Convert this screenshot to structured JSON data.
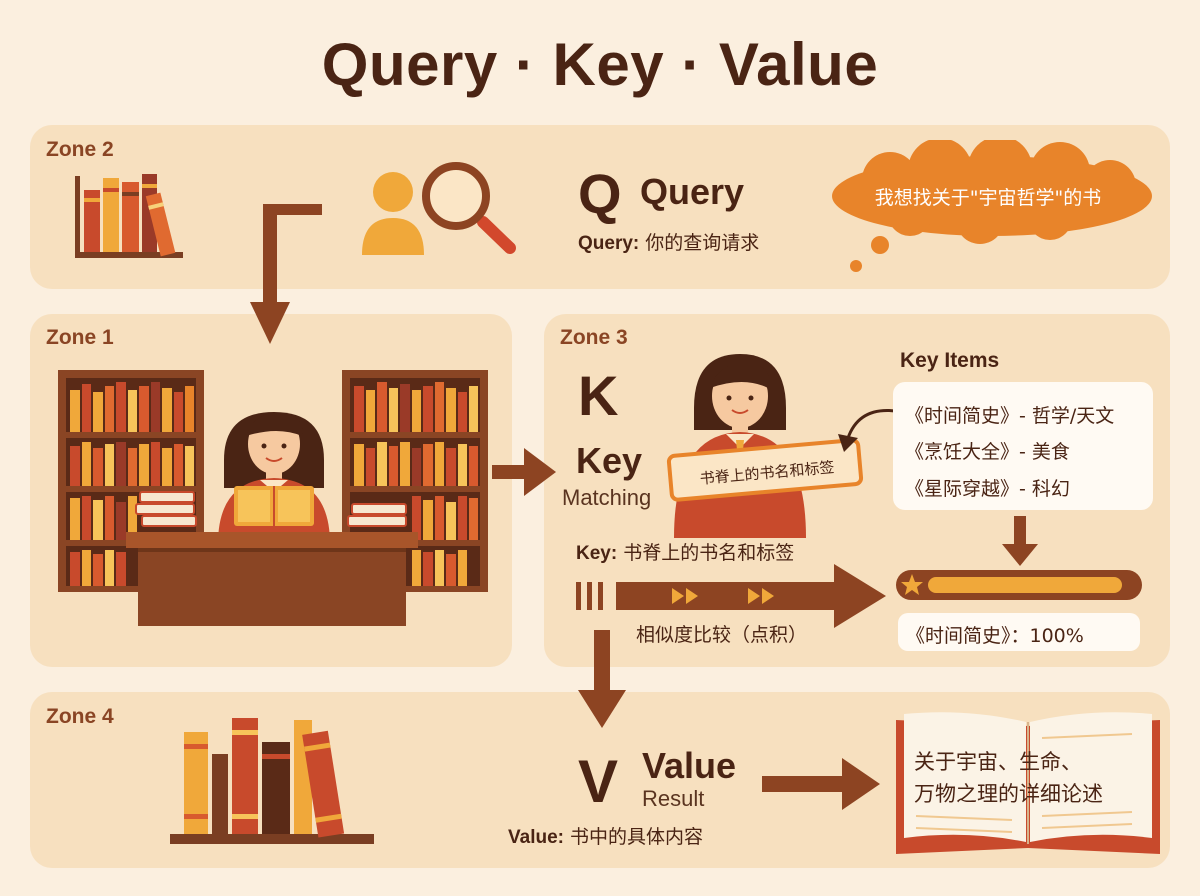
{
  "title": "Query · Key · Value",
  "zones": {
    "zone1": "Zone 1",
    "zone2": "Zone 2",
    "zone3": "Zone 3",
    "zone4": "Zone 4"
  },
  "query": {
    "letter": "Q",
    "word": "Query",
    "desc_label": "Query:",
    "desc_text": "你的查询请求",
    "thought": "我想找关于\"宇宙哲学\"的书"
  },
  "key": {
    "letter": "K",
    "word": "Key",
    "sub": "Matching",
    "sign": "书脊上的书名和标签",
    "desc_label": "Key:",
    "desc_text": "书脊上的书名和标签",
    "items_title": "Key Items",
    "items": [
      "《时间简史》- 哲学/天文",
      "《烹饪大全》- 美食",
      "《星际穿越》- 科幻"
    ],
    "compare_label": "相似度比较（点积）",
    "match_result": "《时间简史》：100%"
  },
  "value": {
    "letter": "V",
    "word": "Value",
    "sub": "Result",
    "desc_label": "Value:",
    "desc_text": "书中的具体内容",
    "book_line1": "关于宇宙、生命、",
    "book_line2": "万物之理的详细论述"
  },
  "colors": {
    "background": "#fbefdf",
    "zone": "#f7e0bf",
    "arrow": "#8d4422",
    "accent_orange": "#e8842a",
    "book_red": "#c84a2c",
    "book_yellow": "#f0a83a",
    "shelf_brown": "#7a3e22"
  },
  "icons": [
    "user-icon",
    "magnifier-icon",
    "books-icon",
    "bookshelf-icon",
    "librarian-icon",
    "star-icon",
    "open-book-icon",
    "thought-cloud-icon"
  ]
}
